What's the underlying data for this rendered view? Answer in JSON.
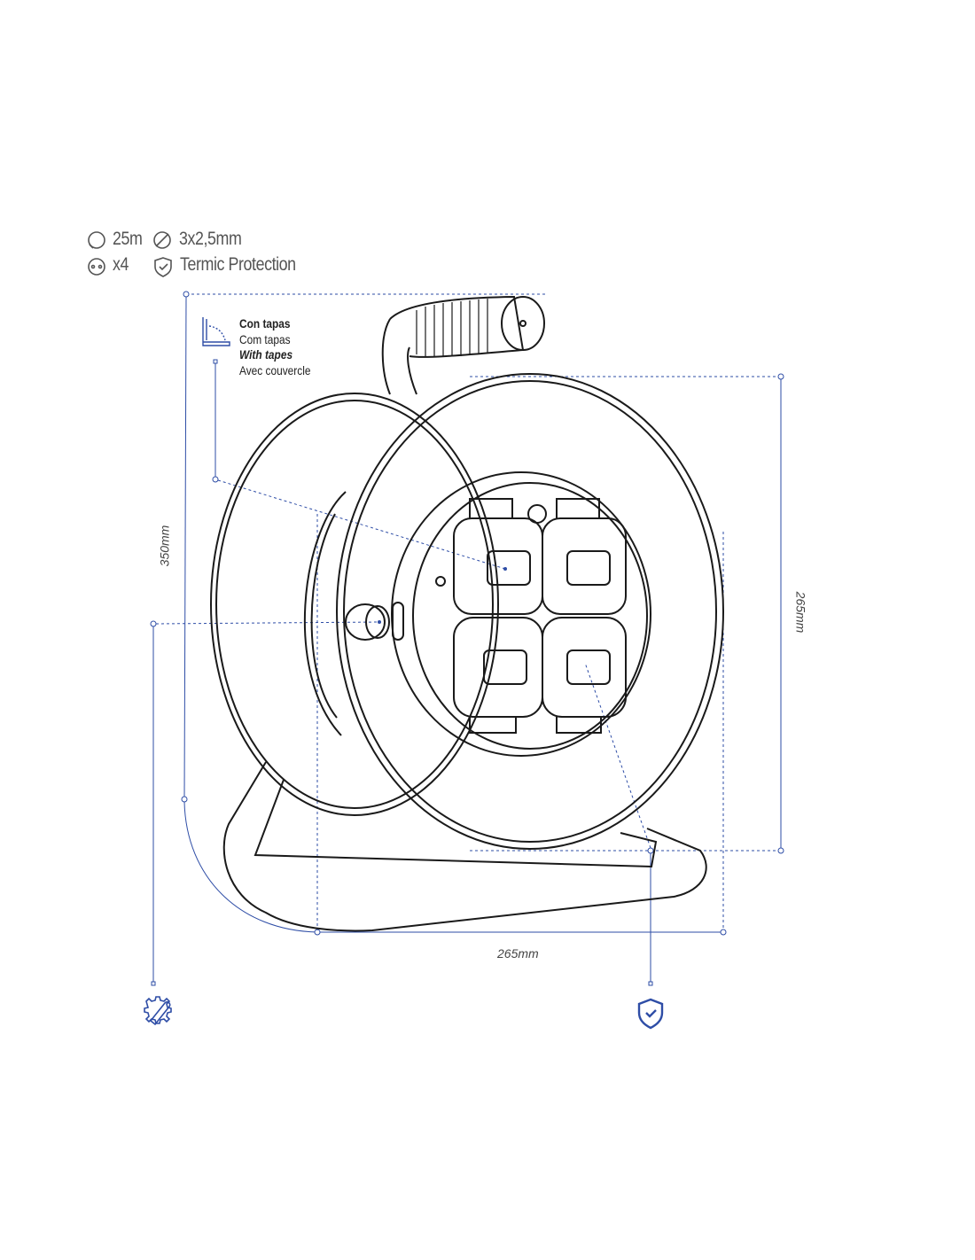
{
  "specs": {
    "length": "25m",
    "section": "3x2,5mm",
    "sockets": "x4",
    "protection": "Termic Protection"
  },
  "lid_callout": {
    "es": "Con tapas",
    "pt": "Com tapas",
    "en": "With tapes",
    "fr": "Avec couvercle"
  },
  "dimensions": {
    "height": "350mm",
    "disc_diameter": "265mm",
    "base_width": "265mm"
  },
  "icons": [
    "reel-length-icon",
    "diameter-icon",
    "socket-icon",
    "shield-check-icon",
    "lid-icon",
    "gear-wrench-icon",
    "shield-protection-icon"
  ],
  "colors": {
    "accent": "#2e4da6",
    "line": "#1a1a1a",
    "text": "#555555"
  }
}
